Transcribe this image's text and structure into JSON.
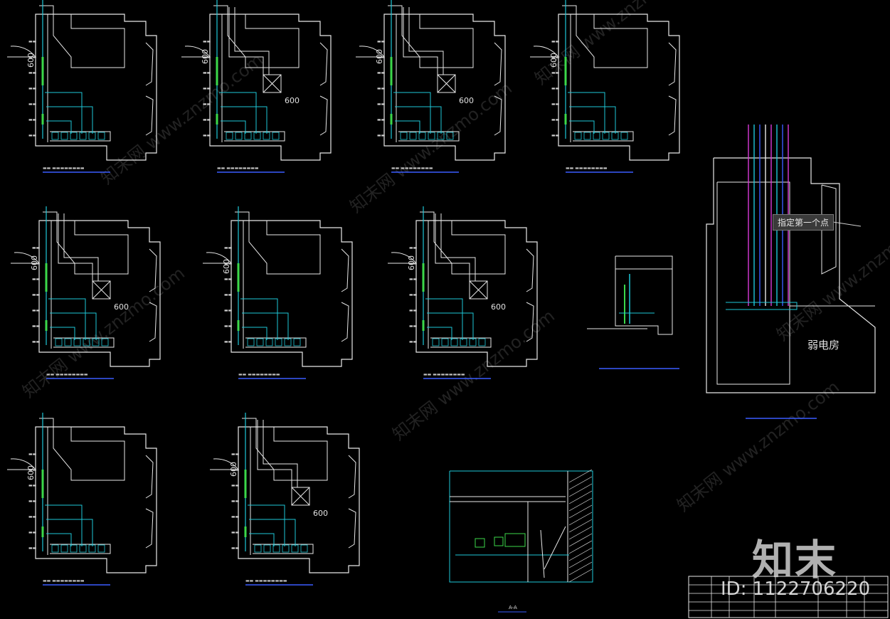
{
  "dims": {
    "six": "600"
  },
  "room_label": "弱电房",
  "section_label": "A-A",
  "tooltip": "指定第一个点",
  "brand": "知末",
  "id_text": "ID: 1122706220",
  "watermark": "知末网 www.znzmo.com",
  "colors": {
    "wall": "#e8e8e8",
    "cyan": "#1ec8d8",
    "green": "#3bd84a",
    "blue": "#3a5cff",
    "magenta": "#d83ad8",
    "caption": "#3a5cff"
  }
}
